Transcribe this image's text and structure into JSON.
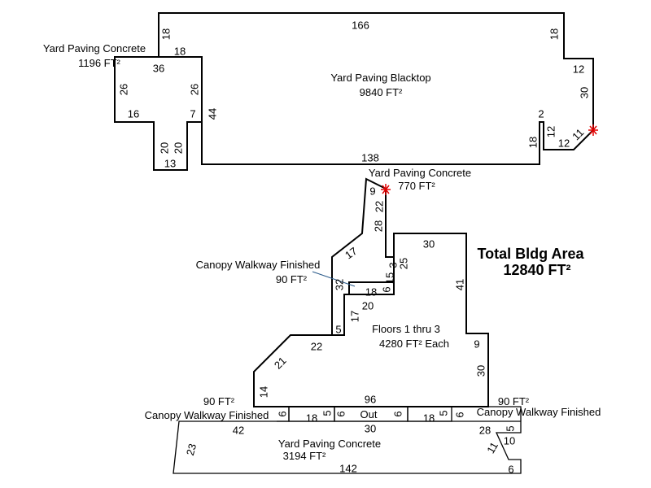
{
  "areas": {
    "yard_blacktop": {
      "name": "Yard Paving Blacktop",
      "area": "9840 FT²"
    },
    "yard_concrete_top": {
      "name": "Yard Paving Concrete",
      "area": "1196 FT²"
    },
    "yard_concrete_mid": {
      "name": "Yard Paving Concrete",
      "area": "770 FT²"
    },
    "yard_concrete_bottom": {
      "name": "Yard Paving Concrete",
      "area": "3194 FT²"
    },
    "floors": {
      "name": "Floors 1 thru 3",
      "area": "4280 FT² Each"
    },
    "canopy_mid": {
      "name": "Canopy Walkway Finished",
      "area": "90 FT²"
    },
    "canopy_left": {
      "name": "Canopy Walkway Finished",
      "area": "90 FT²"
    },
    "canopy_right": {
      "name": "Canopy Walkway Finished",
      "area": "90 FT²"
    },
    "out": {
      "name": "Out"
    }
  },
  "total": {
    "label": "Total Bldg Area",
    "area": "12840 FT²"
  },
  "dims": [
    "166",
    "18",
    "18",
    "18",
    "12",
    "30",
    "36",
    "26",
    "26",
    "16",
    "7",
    "44",
    "20",
    "20",
    "13",
    "138",
    "2",
    "18",
    "12",
    "12",
    "11",
    "9",
    "22",
    "28",
    "17",
    "30",
    "25",
    "3",
    "15",
    "6",
    "18",
    "32",
    "41",
    "20",
    "17",
    "5",
    "22",
    "21",
    "9",
    "30",
    "14",
    "96",
    "6",
    "18",
    "5",
    "6",
    "6",
    "18",
    "5",
    "6",
    "42",
    "30",
    "28",
    "5",
    "10",
    "11",
    "6",
    "23",
    "142"
  ],
  "colors": {
    "line": "#000000",
    "marker": "#e00000",
    "leader": "#2a5a8a"
  }
}
